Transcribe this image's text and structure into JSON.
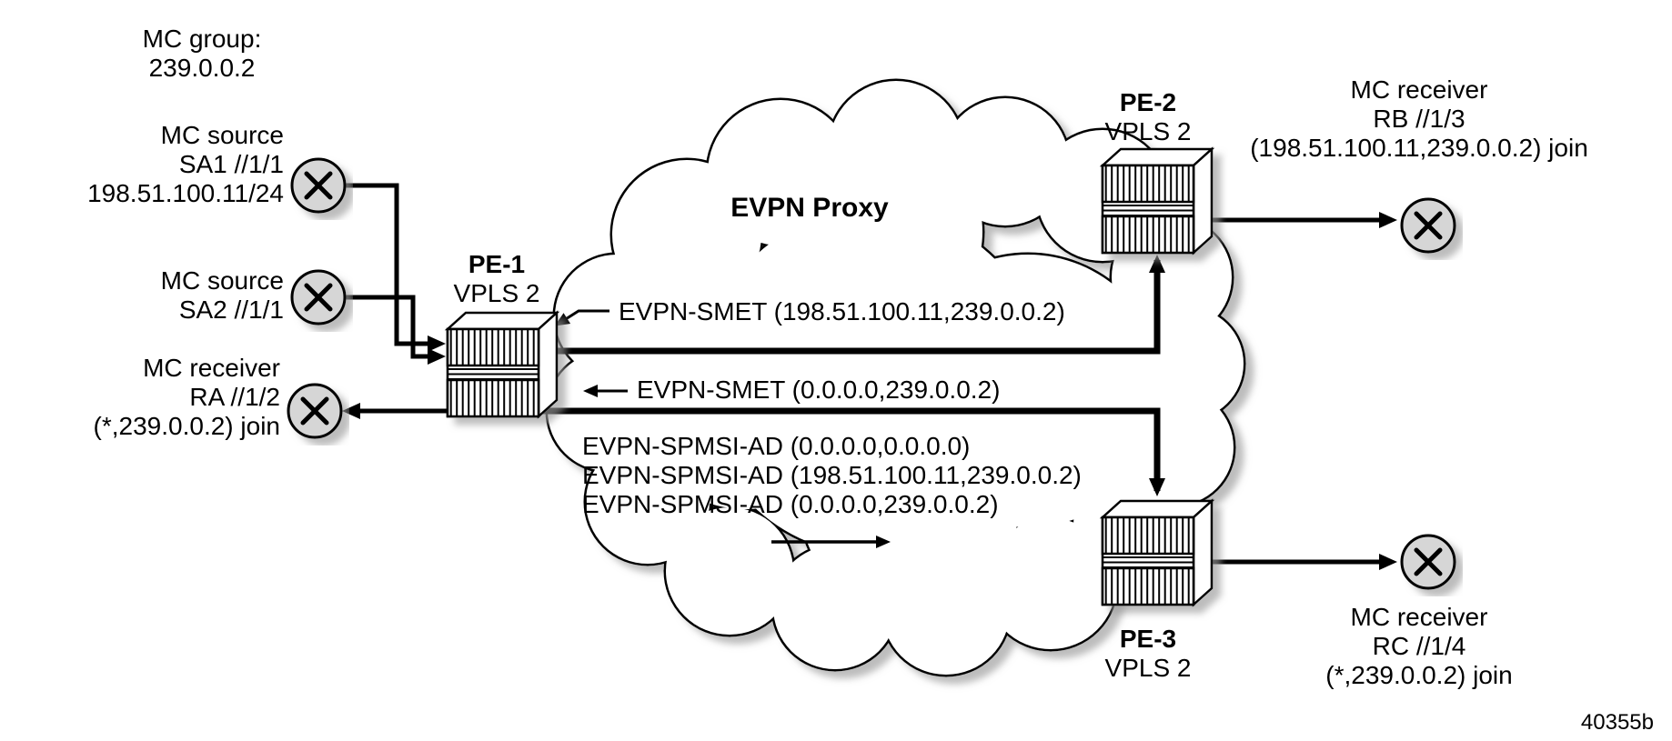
{
  "group": {
    "line1": "MC group:",
    "line2": "239.0.0.2"
  },
  "sa1": {
    "line1": "MC source",
    "line2": "SA1 //1/1",
    "line3": "198.51.100.11/24"
  },
  "sa2": {
    "line1": "MC source",
    "line2": "SA2 //1/1"
  },
  "ra": {
    "line1": "MC receiver",
    "line2": "RA //1/2",
    "line3": "(*,239.0.0.2) join"
  },
  "pe1": {
    "name": "PE-1",
    "service": "VPLS 2"
  },
  "pe2": {
    "name": "PE-2",
    "service": "VPLS 2"
  },
  "pe3": {
    "name": "PE-3",
    "service": "VPLS 2"
  },
  "cloud": {
    "label": "EVPN Proxy"
  },
  "rb": {
    "line1": "MC receiver",
    "line2": "RB //1/3",
    "line3": "(198.51.100.11,239.0.0.2) join"
  },
  "rc": {
    "line1": "MC receiver",
    "line2": "RC //1/4",
    "line3": "(*,239.0.0.2) join"
  },
  "routes": {
    "smet1": "EVPN-SMET (198.51.100.11,239.0.0.2)",
    "smet2": "EVPN-SMET (0.0.0.0,239.0.0.2)",
    "spmsi1": "EVPN-SPMSI-AD (0.0.0.0,0.0.0.0)",
    "spmsi2": "EVPN-SPMSI-AD (198.51.100.11,239.0.0.2)",
    "spmsi3": "EVPN-SPMSI-AD (0.0.0.0,239.0.0.2)"
  },
  "figure": {
    "number": "40355b"
  },
  "colors": {
    "line": "#000000",
    "host_fill": "#d6d6d6",
    "shadow": "#999999",
    "background": "#ffffff"
  }
}
